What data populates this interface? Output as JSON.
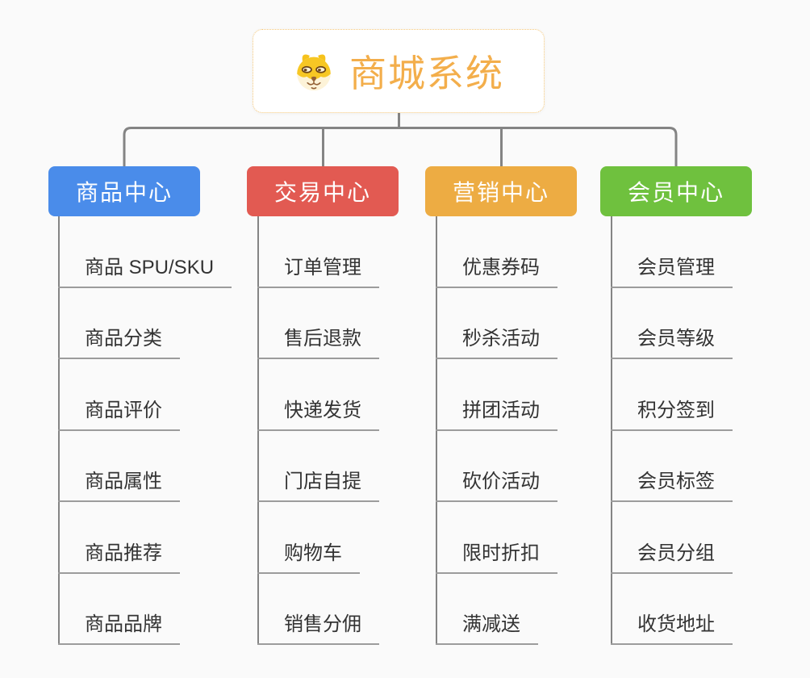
{
  "theme": {
    "bg": "#fafafa",
    "text": "#333333",
    "connector": "#848484",
    "underline": "#9c9c9c"
  },
  "root": {
    "title": "商城系统",
    "title_color": "#f3ae4b",
    "border_color": "#f5c779",
    "icon": "shiba-dog-icon"
  },
  "branches": [
    {
      "label": "商品中心",
      "color": "#4a8cea",
      "items": [
        "商品 SPU/SKU",
        "商品分类",
        "商品评价",
        "商品属性",
        "商品推荐",
        "商品品牌"
      ]
    },
    {
      "label": "交易中心",
      "color": "#e25a52",
      "items": [
        "订单管理",
        "售后退款",
        "快递发货",
        "门店自提",
        "购物车",
        "销售分佣"
      ]
    },
    {
      "label": "营销中心",
      "color": "#edac43",
      "items": [
        "优惠券码",
        "秒杀活动",
        "拼团活动",
        "砍价活动",
        "限时折扣",
        "满减送"
      ]
    },
    {
      "label": "会员中心",
      "color": "#6fc13e",
      "items": [
        "会员管理",
        "会员等级",
        "积分签到",
        "会员标签",
        "会员分组",
        "收货地址"
      ]
    }
  ]
}
